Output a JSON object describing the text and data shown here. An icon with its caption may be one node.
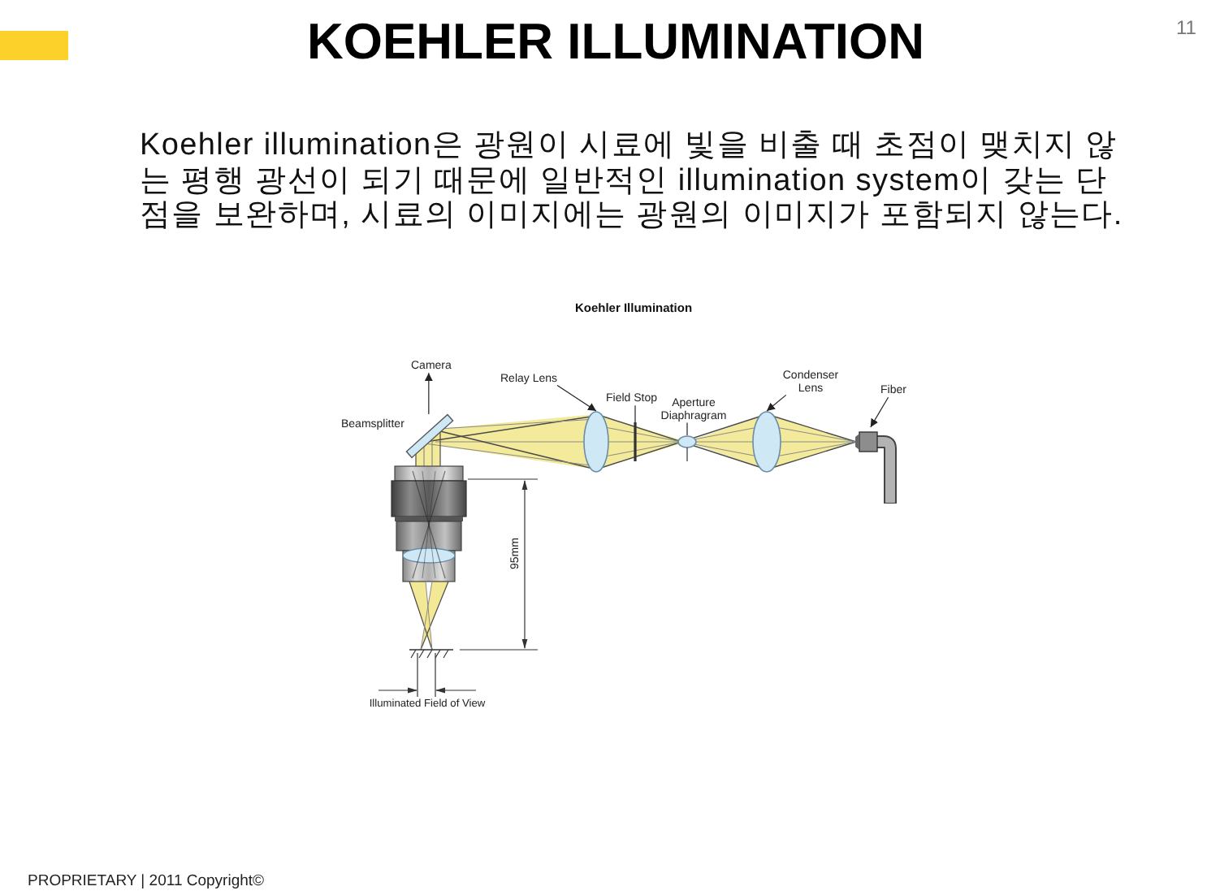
{
  "diagram": {
    "title": "KOEHLER ILLUMINATION",
    "nodes": [
      {
        "text": [
          "Camera"
        ]
      },
      {
        "text": [],
        "shape": "box",
        "beside": [
          "Beamsplitter"
        ]
      },
      {
        "text": [
          "Relay Lens"
        ]
      },
      {
        "text": [],
        "shape": "ellipse"
      },
      {
        "text": [
          "Field Stop"
        ]
      },
      {
        "text": [],
        "shape": "bar"
      },
      {
        "text": [
          "Aperture Diaphragram"
        ]
      },
      {
        "text": [],
        "shape": "ellipse"
      },
      {
        "text": [
          "Condenser Lens"
        ]
      },
      {
        "text": [],
        "shape": "ellipse"
      },
      {
        "text": [
          "Fiber"
        ]
      },
      {
        "text": [],
        "shape": "picture"
      }
    ],
    "edges": [
      {
        "from": 1,
        "to": 0,
        "arrow": "to"
      },
      {
        "from": 2,
        "to": 3,
        "arrow": "to"
      },
      {
        "from": 4,
        "to": 5,
        "arrow": "none"
      },
      {
        "from": 6,
        "to": 7,
        "arrow": "none"
      },
      {
        "from": 8,
        "to": 9,
        "arrow": "to"
      },
      {
        "from": 10,
        "to": 11,
        "arrow": "to"
      }
    ],
    "labels": [
      "11",
      "Koehler illumination은 광원이 시료에 빛을 비출 때 초점이 맺치지 않는 평행 광선이 되기 때문에 일반적인 illumination system이 갖는 단점을 보완하며, 시료의 이미지에는 광원의 이미지가 포함되지 않는다.",
      "Koehler Illumination",
      "95mm",
      "Illuminated Field of View",
      "PROPRIETARY | 2011 Copyright©"
    ]
  }
}
